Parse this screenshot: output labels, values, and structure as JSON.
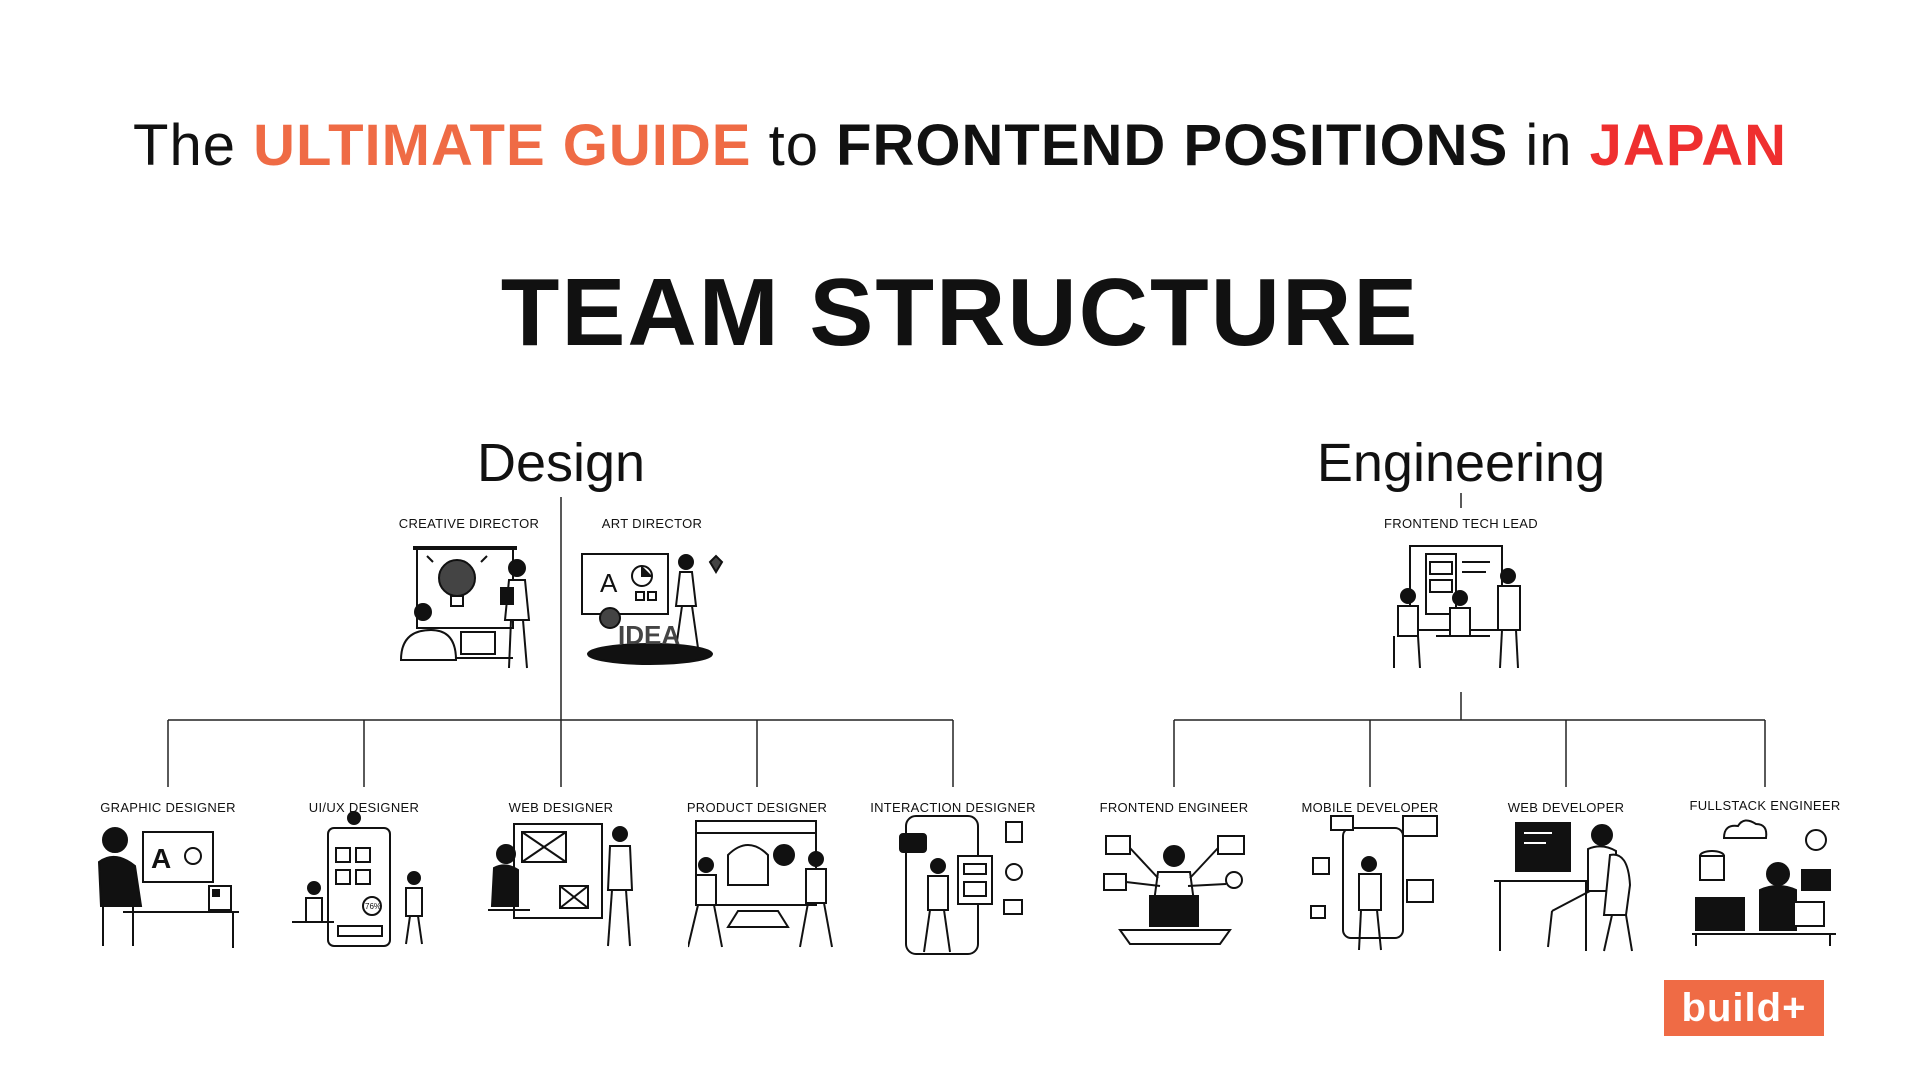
{
  "header": {
    "part1": "The",
    "part2": "ULTIMATE GUIDE",
    "part3": "to",
    "part4": "FRONTEND POSITIONS",
    "part5": "in",
    "part6": "JAPAN",
    "accent_orange": "#ef6b45",
    "accent_red": "#ef2f2f"
  },
  "title": "TEAM STRUCTURE",
  "design": {
    "heading": "Design",
    "leads": [
      "CREATIVE DIRECTOR",
      "ART DIRECTOR"
    ],
    "members": [
      "GRAPHIC DESIGNER",
      "UI/UX DESIGNER",
      "WEB DESIGNER",
      "PRODUCT DESIGNER",
      "INTERACTION  DESIGNER"
    ]
  },
  "engineering": {
    "heading": "Engineering",
    "leads": [
      "FRONTEND TECH LEAD"
    ],
    "members": [
      "FRONTEND ENGINEER",
      "MOBILE DEVELOPER",
      "WEB DEVELOPER",
      "FULLSTACK ENGINEER"
    ]
  },
  "illustration_words": {
    "idea": "IDEA",
    "letter_a": "A",
    "percent": "76%"
  },
  "brand": {
    "label": "build+",
    "color": "#ef6b45"
  }
}
